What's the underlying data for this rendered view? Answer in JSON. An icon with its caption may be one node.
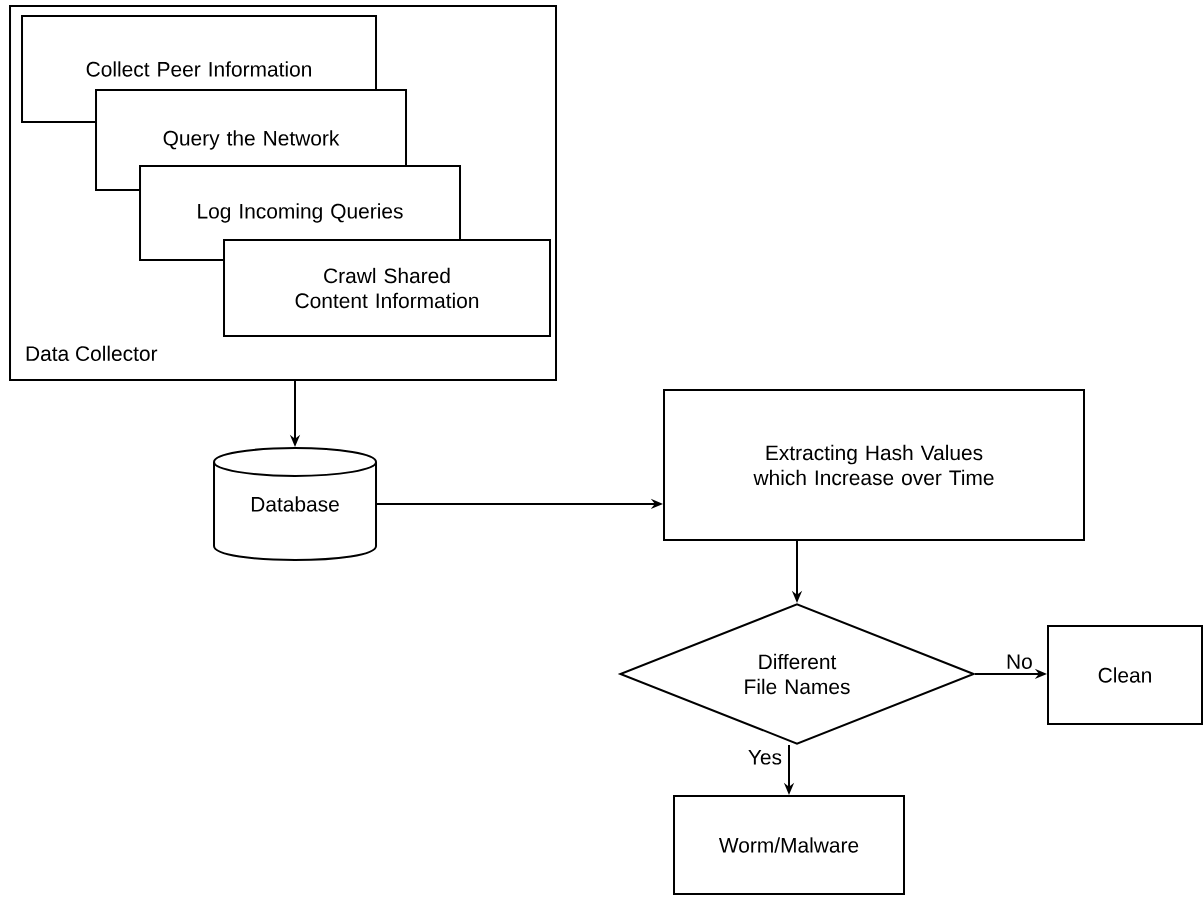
{
  "diagram": {
    "nodes": [
      {
        "text": [
          "Data Collector"
        ]
      },
      {
        "text": [
          "Collect Peer Information"
        ],
        "in": 0
      },
      {
        "text": [
          "Query the Network"
        ],
        "in": 0
      },
      {
        "text": [
          "Log Incoming Queries"
        ],
        "in": 0
      },
      {
        "text": [
          "Crawl Shared Content Information"
        ],
        "in": 0
      },
      {
        "text": [
          "Database"
        ]
      },
      {
        "text": [
          "Extracting Hash Values which Increase over Time"
        ]
      },
      {
        "text": [
          "Different File Names"
        ]
      },
      {
        "text": [
          "Clean"
        ]
      },
      {
        "text": [
          "Worm/Malware"
        ]
      }
    ],
    "edges": [
      {
        "from": 0,
        "to": 5,
        "arrow": "to"
      },
      {
        "from": 5,
        "to": 6,
        "arrow": "to"
      },
      {
        "from": 6,
        "to": 7,
        "arrow": "to"
      },
      {
        "from": 7,
        "to": 8,
        "arrow": "to",
        "label": "No"
      },
      {
        "from": 7,
        "to": 9,
        "arrow": "to",
        "label": "Yes"
      }
    ]
  }
}
